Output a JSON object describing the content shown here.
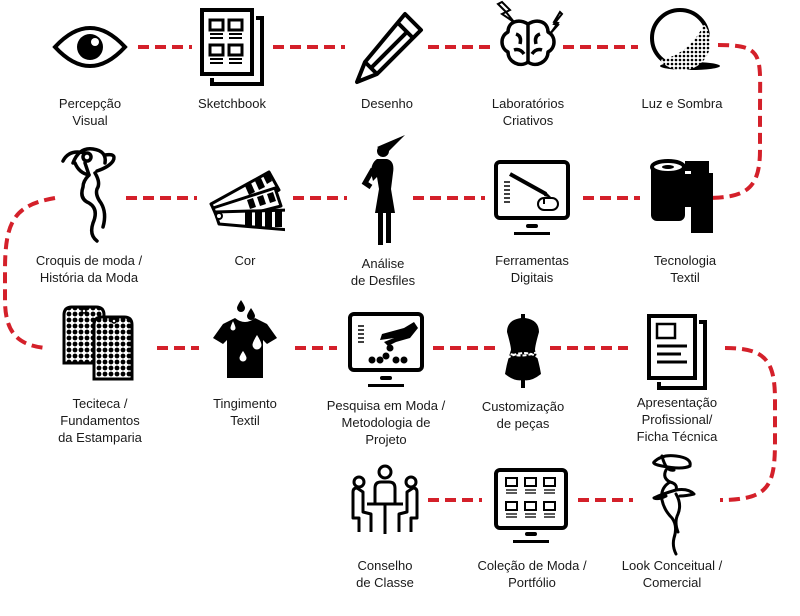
{
  "diagram": {
    "connector_color": "#d4202a",
    "icon_color": "#000000",
    "steps": [
      {
        "id": "percepcao-visual",
        "icon": "eye-icon",
        "lines": [
          "Percepção",
          "Visual"
        ]
      },
      {
        "id": "sketchbook",
        "icon": "sketchbook-icon",
        "lines": [
          "Sketchbook"
        ]
      },
      {
        "id": "desenho",
        "icon": "pencil-icon",
        "lines": [
          "Desenho"
        ]
      },
      {
        "id": "laboratorios-criativos",
        "icon": "brain-icon",
        "lines": [
          "Laboratórios",
          "Criativos"
        ]
      },
      {
        "id": "luz-e-sombra",
        "icon": "shaded-sphere-icon",
        "lines": [
          "Luz e Sombra"
        ]
      },
      {
        "id": "tecnologia-textil",
        "icon": "fabric-roll-icon",
        "lines": [
          "Tecnologia",
          "Textil"
        ]
      },
      {
        "id": "ferramentas-digitais",
        "icon": "drawing-monitor-icon",
        "lines": [
          "Ferramentas",
          "Digitais"
        ]
      },
      {
        "id": "analise-de-desfiles",
        "icon": "runway-model-icon",
        "lines": [
          "Análise",
          "de Desfiles"
        ]
      },
      {
        "id": "cor",
        "icon": "color-swatch-fan-icon",
        "lines": [
          "Cor"
        ]
      },
      {
        "id": "croquis-historia",
        "icon": "fashion-croquis-icon",
        "lines": [
          "Croquis de moda /",
          "História da Moda"
        ]
      },
      {
        "id": "teciteca",
        "icon": "fabric-samples-icon",
        "lines": [
          "Teciteca /",
          "Fundamentos",
          "da Estamparia"
        ]
      },
      {
        "id": "tingimento-textil",
        "icon": "dyed-shirt-icon",
        "lines": [
          "Tingimento",
          "Textil"
        ]
      },
      {
        "id": "pesquisa-metodologia",
        "icon": "research-monitor-icon",
        "lines": [
          "Pesquisa em Moda /",
          "Metodologia de",
          "Projeto"
        ]
      },
      {
        "id": "customizacao",
        "icon": "dress-form-icon",
        "lines": [
          "Customização",
          "de peças"
        ]
      },
      {
        "id": "apresentacao-profissional",
        "icon": "documents-icon",
        "lines": [
          "Apresentação",
          "Profissional/",
          "Ficha Técnica"
        ]
      },
      {
        "id": "look-conceitual",
        "icon": "fashion-sketch-icon",
        "lines": [
          "Look Conceitual /",
          "Comercial"
        ]
      },
      {
        "id": "colecao-portfolio",
        "icon": "portfolio-monitor-icon",
        "lines": [
          "Coleção de Moda /",
          "Portfólio"
        ]
      },
      {
        "id": "conselho-de-classe",
        "icon": "meeting-table-icon",
        "lines": [
          "Conselho",
          "de Classe"
        ]
      }
    ]
  }
}
